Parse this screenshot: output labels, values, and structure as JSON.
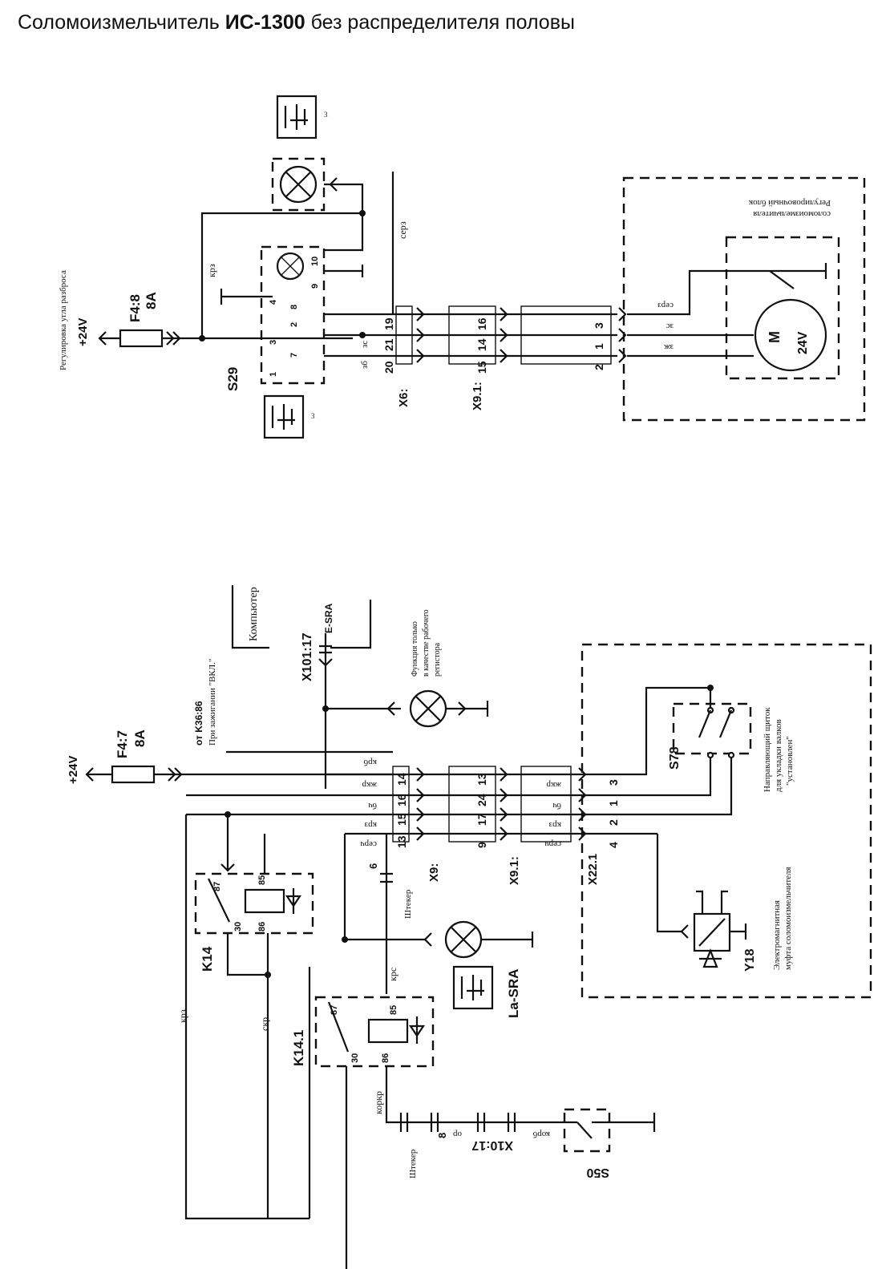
{
  "title": {
    "prefix": "Соломоизмельчитель ",
    "bold": "ИС-1300",
    "suffix": " без распределителя половы"
  },
  "top_circuit": {
    "supply": "+24V",
    "fuse": "F4:8",
    "fuse_rating": "8A",
    "caption": "Регулировка угла разброса",
    "wire_krz": "крз",
    "wire_serz": "серз",
    "wire_zs": "зс",
    "wire_zb": "зб",
    "wire_zzh": "зж",
    "switch": "S29",
    "pins_left": [
      "1",
      "7",
      "2",
      "8",
      "9",
      "10"
    ],
    "pins_right": [
      "3",
      "4"
    ],
    "conn_x6": "X6:",
    "x6_pins": [
      "19",
      "21",
      "20"
    ],
    "conn_x91": "X9.1:",
    "x91_pins": [
      "16",
      "14",
      "15"
    ],
    "motor_pins": [
      "3",
      "1",
      "2"
    ],
    "motor": "M",
    "motor_voltage": "24V",
    "icon_num": "3",
    "block_label_1": "Регулировочный блок",
    "block_label_2": "соломоизмельчителя"
  },
  "bottom_circuit": {
    "supply": "+24V",
    "fuse": "F4:7",
    "fuse_rating": "8A",
    "k36": "от K36:86",
    "ignition": "При зажигании \"ВКЛ.\"",
    "computer": "Компьютер",
    "x101": "X101:17",
    "esra": "E-SRA",
    "lamp_note_1": "Функция только",
    "lamp_note_2": "в качестве рабочего",
    "lamp_note_3": "регистора",
    "wires": [
      "крб",
      "жкр",
      "бч",
      "крз",
      "серч"
    ],
    "x9": "X9:",
    "x9_pins": [
      "14",
      "16",
      "15",
      "13"
    ],
    "x91": "X9.1:",
    "x91_pins": [
      "13",
      "24",
      "17",
      "9"
    ],
    "x221": "X22.1",
    "x221_pins": [
      "3",
      "1",
      "2",
      "4"
    ],
    "s78": "S78",
    "guide_1": "Направляющий щиток",
    "guide_2": "для укладки валков",
    "guide_3": "\"установлен\"",
    "y18": "Y18",
    "clutch_1": "Электромагнитная",
    "clutch_2": "муфта соломоизмельчителя",
    "k14": "K14",
    "k141": "K14.1",
    "relay_pins": [
      "87",
      "85",
      "30",
      "86"
    ],
    "shtecker": "Штекер",
    "plug6": "6",
    "wire_krs": "крс",
    "wire_skr": "скр",
    "wire_krz_long": "крз",
    "la_sra": "La-SRA",
    "wire_korkr": "коркр",
    "wire_or": "ор",
    "wire_korb": "корб",
    "x10": "X10:17",
    "plug8": "8",
    "s50": "S50"
  }
}
